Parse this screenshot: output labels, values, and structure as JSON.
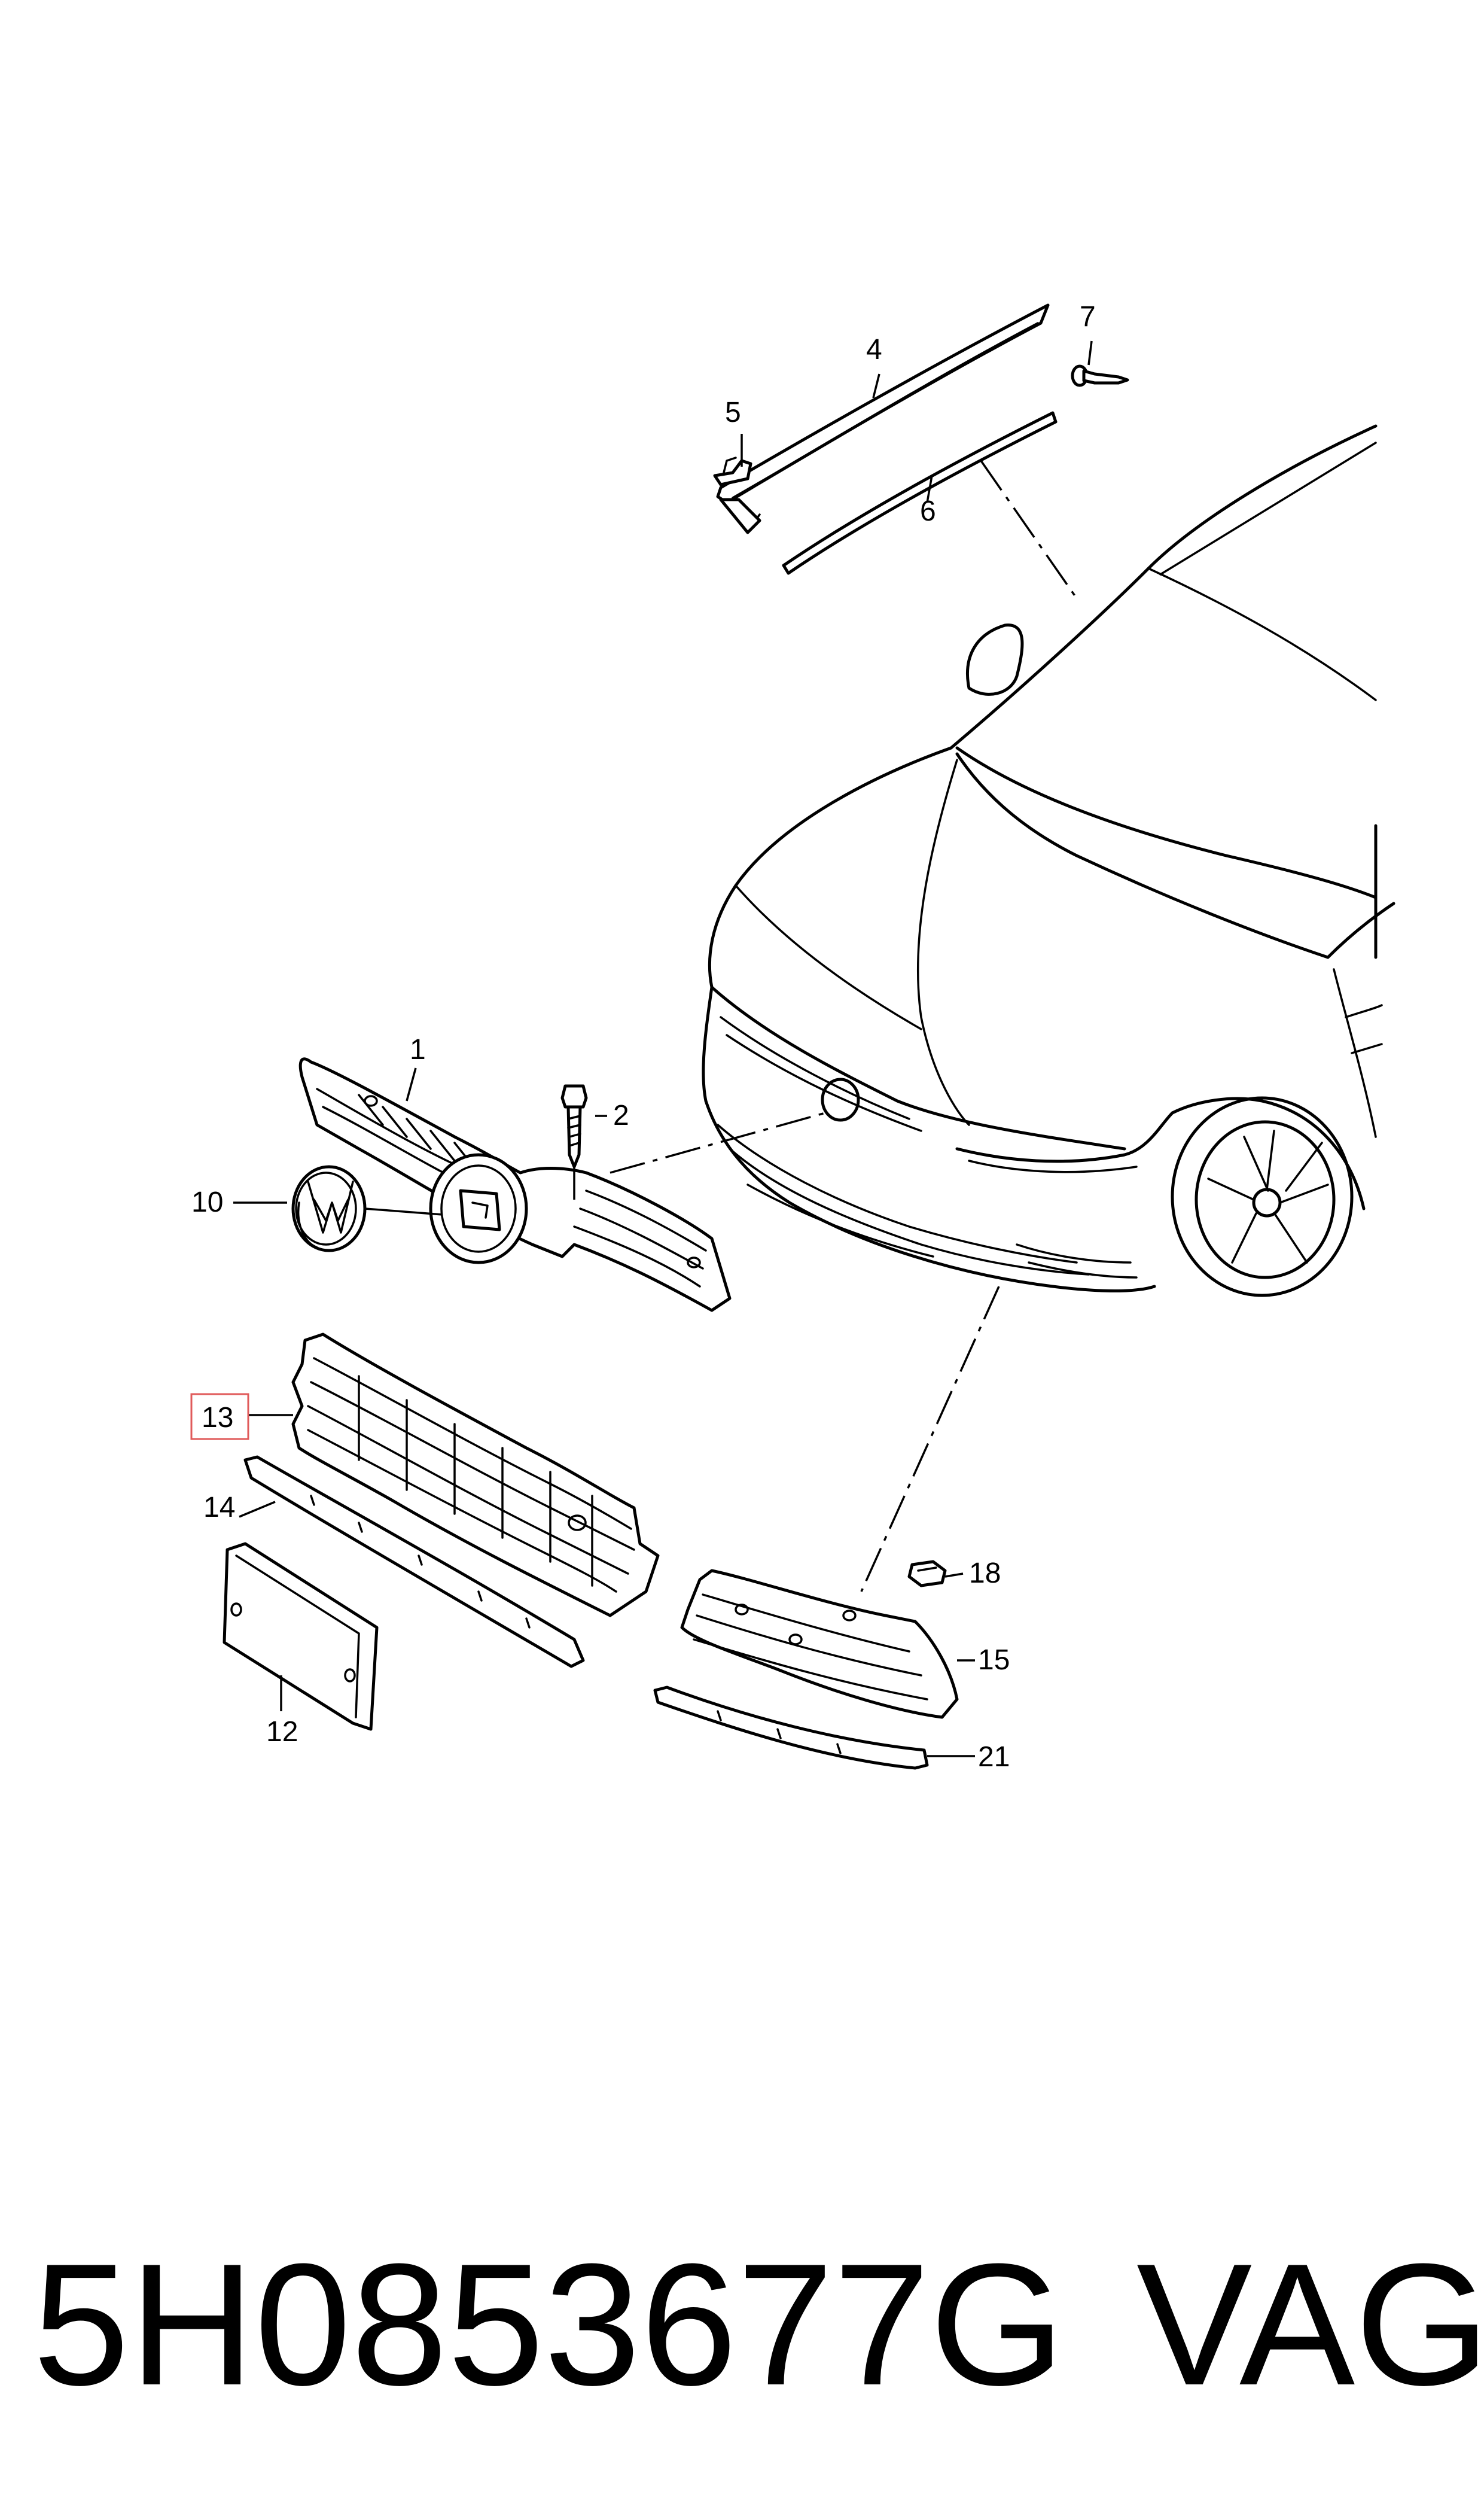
{
  "diagram": {
    "callouts": {
      "c1": "1",
      "c2": "2",
      "c4": "4",
      "c5": "5",
      "c6": "6",
      "c7": "7",
      "c10": "10",
      "c12": "12",
      "c13": "13",
      "c14": "14",
      "c15": "15",
      "c18": "18",
      "c21": "21"
    },
    "highlighted_callout": "13",
    "highlight_color": "#e05a5a"
  },
  "footer": {
    "part_number": "5H0853677G",
    "brand": "VAG"
  }
}
